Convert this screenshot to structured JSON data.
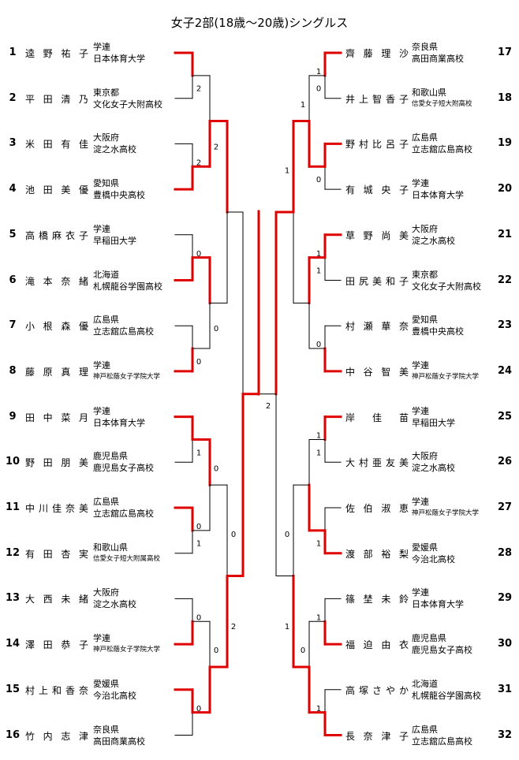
{
  "title": "女子2部(18歳～20歳)シングルス",
  "colors": {
    "winner_line": "#e00000",
    "line": "#000000"
  },
  "left_players": [
    {
      "seed": "1",
      "name": "逵野祐子",
      "org": "学連",
      "school": "日本体育大学"
    },
    {
      "seed": "2",
      "name": "平田清乃",
      "org": "東京都",
      "school": "文化女子大附高校"
    },
    {
      "seed": "3",
      "name": "米田有佳",
      "org": "大阪府",
      "school": "淀之水高校"
    },
    {
      "seed": "4",
      "name": "池田美優",
      "org": "愛知県",
      "school": "豊橋中央高校"
    },
    {
      "seed": "5",
      "name": "高橋麻衣子",
      "org": "学連",
      "school": "早稲田大学"
    },
    {
      "seed": "6",
      "name": "滝本奈緒",
      "org": "北海道",
      "school": "札幌龍谷学園高校"
    },
    {
      "seed": "7",
      "name": "小根森優",
      "org": "広島県",
      "school": "立志舘広島高校"
    },
    {
      "seed": "8",
      "name": "藤原真理",
      "org": "学連",
      "school": "神戸松蔭女子学院大学",
      "small": true
    },
    {
      "seed": "9",
      "name": "田中菜月",
      "org": "学連",
      "school": "日本体育大学"
    },
    {
      "seed": "10",
      "name": "野田朋美",
      "org": "鹿児島県",
      "school": "鹿児島女子高校"
    },
    {
      "seed": "11",
      "name": "中川佳奈美",
      "org": "広島県",
      "school": "立志舘広島高校"
    },
    {
      "seed": "12",
      "name": "有田杏実",
      "org": "和歌山県",
      "school": "信愛女子短大附属高校",
      "small": true
    },
    {
      "seed": "13",
      "name": "大西未緒",
      "org": "大阪府",
      "school": "淀之水高校"
    },
    {
      "seed": "14",
      "name": "澤田恭子",
      "org": "学連",
      "school": "神戸松蔭女子学院大学",
      "small": true
    },
    {
      "seed": "15",
      "name": "村上和香奈",
      "org": "愛媛県",
      "school": "今治北高校"
    },
    {
      "seed": "16",
      "name": "竹内志津",
      "org": "奈良県",
      "school": "高田商業高校"
    }
  ],
  "right_players": [
    {
      "seed": "17",
      "name": "齊藤理沙",
      "org": "奈良県",
      "school": "高田商業高校"
    },
    {
      "seed": "18",
      "name": "井上智香子",
      "org": "和歌山県",
      "school": "信愛女子短大附高校",
      "small": true
    },
    {
      "seed": "19",
      "name": "野村比呂子",
      "org": "広島県",
      "school": "立志舘広島高校"
    },
    {
      "seed": "20",
      "name": "有城央子",
      "org": "学連",
      "school": "日本体育大学"
    },
    {
      "seed": "21",
      "name": "草野尚美",
      "org": "大阪府",
      "school": "淀之水高校"
    },
    {
      "seed": "22",
      "name": "田尻美和子",
      "org": "東京都",
      "school": "文化女子大附高校"
    },
    {
      "seed": "23",
      "name": "村瀬華奈",
      "org": "愛知県",
      "school": "豊橋中央高校"
    },
    {
      "seed": "24",
      "name": "中谷智美",
      "org": "学連",
      "school": "神戸松蔭女子学院大学",
      "small": true
    },
    {
      "seed": "25",
      "name": "岸佳苗",
      "org": "学連",
      "school": "早稲田大学"
    },
    {
      "seed": "26",
      "name": "大村亜友美",
      "org": "大阪府",
      "school": "淀之水高校"
    },
    {
      "seed": "27",
      "name": "佐伯淑恵",
      "org": "学連",
      "school": "神戸松蔭女子学院大学",
      "small": true
    },
    {
      "seed": "28",
      "name": "渡部裕梨",
      "org": "愛媛県",
      "school": "今治北高校"
    },
    {
      "seed": "29",
      "name": "篠埜未鈴",
      "org": "学連",
      "school": "日本体育大学"
    },
    {
      "seed": "30",
      "name": "福迫由衣",
      "org": "鹿児島県",
      "school": "鹿児島女子高校"
    },
    {
      "seed": "31",
      "name": "高塚さやか",
      "org": "北海道",
      "school": "札幌龍谷学園高校"
    },
    {
      "seed": "32",
      "name": "長奈津子",
      "org": "広島県",
      "school": "立志舘広島高校"
    }
  ],
  "bracket": {
    "left": {
      "r1_winners": [
        0,
        1,
        1,
        1,
        0,
        0,
        1,
        0
      ],
      "r1_scores": [
        [
          "",
          "2"
        ],
        [
          "2",
          ""
        ],
        [
          "0",
          ""
        ],
        [
          "",
          "0"
        ],
        [
          "",
          "1"
        ],
        [
          "0",
          "1"
        ],
        [
          "0",
          ""
        ],
        [
          "0",
          ""
        ]
      ],
      "r2_winners": [
        1,
        0,
        0,
        1
      ],
      "r2_scores": [
        [
          "",
          "2"
        ],
        [
          "",
          "0"
        ],
        [
          "0",
          ""
        ],
        [
          "0",
          ""
        ]
      ],
      "r3_winners": [
        0,
        1
      ],
      "r3_scores": [
        [
          "",
          ""
        ],
        [
          "0",
          "2"
        ]
      ],
      "r4_winner": 1
    },
    "right": {
      "r1_winners": [
        0,
        0,
        0,
        1,
        0,
        1,
        1,
        1
      ],
      "r1_scores": [
        [
          "1",
          "0"
        ],
        [
          "",
          "0"
        ],
        [
          "1",
          "1"
        ],
        [
          "0",
          ""
        ],
        [
          "1",
          "1"
        ],
        [
          "",
          "1"
        ],
        [
          "1",
          ""
        ],
        [
          "1",
          ""
        ]
      ],
      "r2_winners": [
        1,
        0,
        1,
        1
      ],
      "r2_scores": [
        [
          "1",
          ""
        ],
        [
          "",
          ""
        ],
        [
          "",
          ""
        ],
        [
          "0",
          ""
        ]
      ],
      "r3_winners": [
        0,
        1
      ],
      "r3_scores": [
        [
          "1",
          ""
        ],
        [
          "0",
          "1"
        ]
      ],
      "r4_winner": 0
    },
    "final_score_left": "",
    "final_score_right": "2"
  }
}
